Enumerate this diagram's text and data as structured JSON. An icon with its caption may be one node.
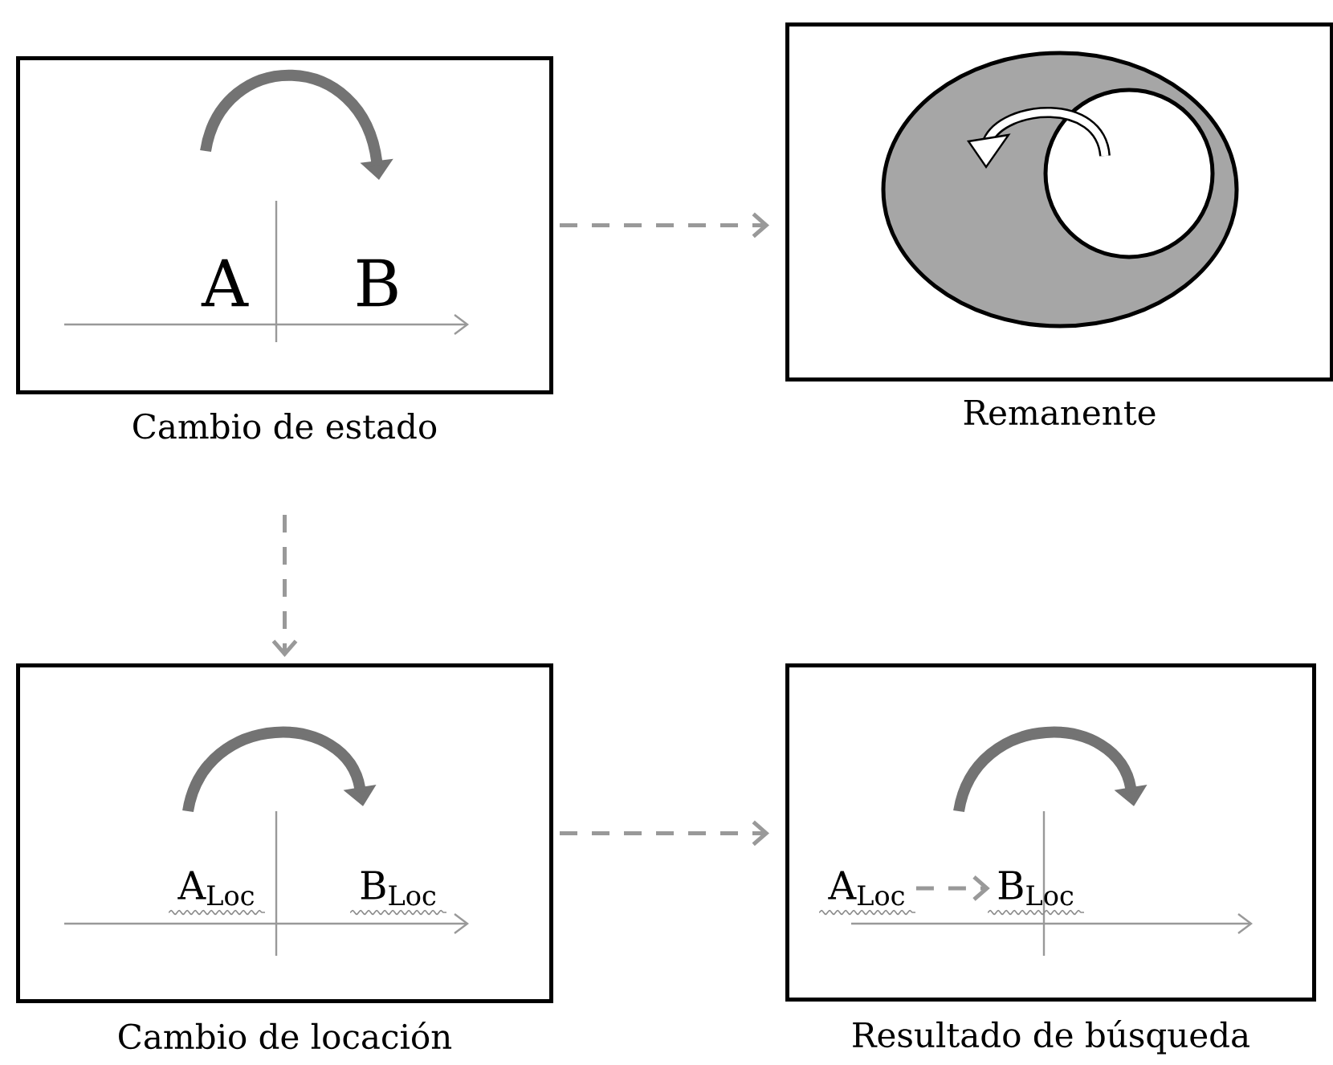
{
  "diagram": {
    "nodes": [
      {
        "text": [
          "Cambio de estado"
        ]
      },
      {
        "text": [
          "A"
        ],
        "in": 0
      },
      {
        "text": [
          "B"
        ],
        "in": 0
      },
      {
        "text": [
          "Remanente"
        ]
      },
      {
        "text": [
          "Cambio de locación"
        ]
      },
      {
        "text": [
          "A$_{Loc}$"
        ],
        "in": 4
      },
      {
        "text": [
          "B$_{Loc}$"
        ],
        "in": 4
      },
      {
        "text": [
          "Resultado de búsqueda"
        ]
      },
      {
        "text": [
          "A$_{Loc}$"
        ],
        "in": 7
      },
      {
        "text": [
          "B$_{Loc}$"
        ],
        "in": 7
      }
    ],
    "edges": [
      {
        "from": 0,
        "to": 3,
        "arrow": "to",
        "style": "dashed"
      },
      {
        "from": 0,
        "to": 4,
        "arrow": "to",
        "style": "dashed"
      },
      {
        "from": 4,
        "to": 7,
        "arrow": "to",
        "style": "dashed"
      },
      {
        "from": 8,
        "to": 9,
        "arrow": "to",
        "style": "dashed"
      }
    ]
  }
}
